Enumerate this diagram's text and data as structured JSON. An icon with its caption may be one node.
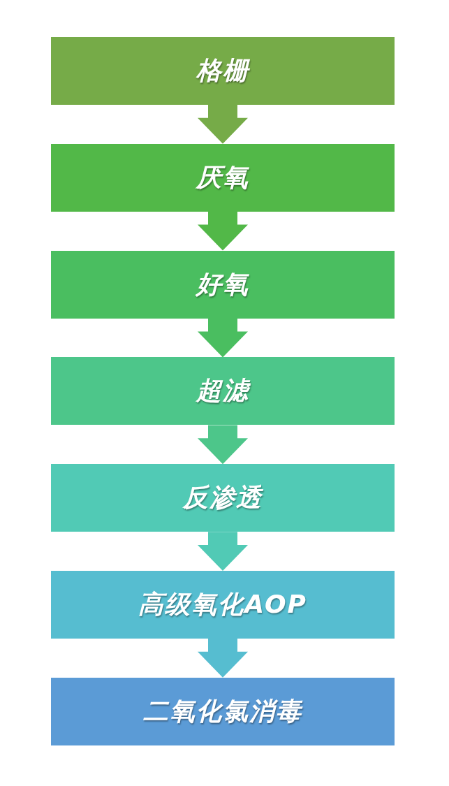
{
  "diagram": {
    "nodes": [
      {
        "text": [
          "格栅"
        ]
      },
      {
        "text": [
          "厌氧"
        ]
      },
      {
        "text": [
          "好氧"
        ]
      },
      {
        "text": [
          "超滤"
        ]
      },
      {
        "text": [
          "反渗透"
        ]
      },
      {
        "text": [
          "高级氧化AOP"
        ]
      },
      {
        "text": [
          "二氧化氯消毒"
        ]
      }
    ],
    "edges": [
      {
        "from": 0,
        "to": 1,
        "arrow": "to",
        "color": "#76ab48"
      },
      {
        "from": 1,
        "to": 2,
        "arrow": "to",
        "color": "#52b848"
      },
      {
        "from": 2,
        "to": 3,
        "arrow": "to",
        "color": "#4abe60"
      },
      {
        "from": 3,
        "to": 4,
        "arrow": "to",
        "color": "#4dc68a"
      },
      {
        "from": 4,
        "to": 5,
        "arrow": "to",
        "color": "#51cab5"
      },
      {
        "from": 5,
        "to": 6,
        "arrow": "to",
        "color": "#56bdd0"
      }
    ]
  }
}
